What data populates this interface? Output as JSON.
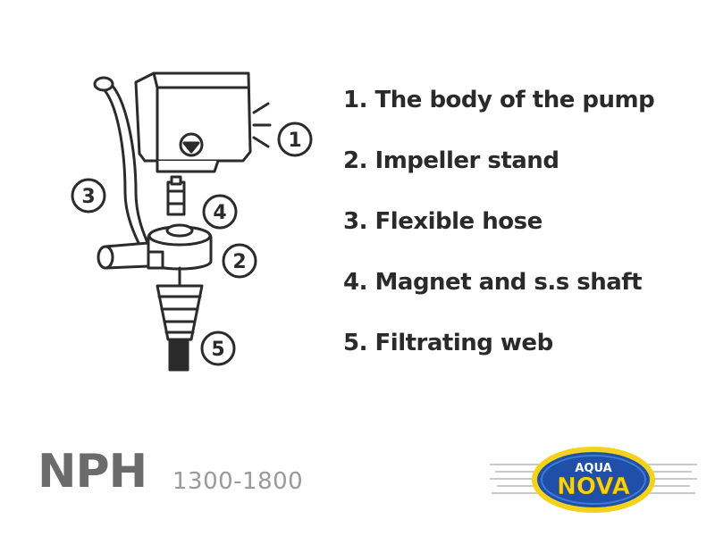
{
  "legend": {
    "items": [
      "1. The body of the pump",
      "2. Impeller stand",
      "3. Flexible hose",
      "4. Magnet and s.s shaft",
      "5. Filtrating web"
    ]
  },
  "callouts": [
    "1",
    "2",
    "3",
    "4",
    "5"
  ],
  "product": {
    "model": "NPH",
    "range": "1300-1800"
  },
  "logo": {
    "line1": "AQUA",
    "line2": "NOVA"
  },
  "colors": {
    "outline": "#2b2b2b",
    "text": "#2a2a2a",
    "model": "#6b6b6b",
    "range": "#9a9a9a",
    "logo_blue": "#1f4fa8",
    "logo_yellow": "#f2d21b"
  }
}
